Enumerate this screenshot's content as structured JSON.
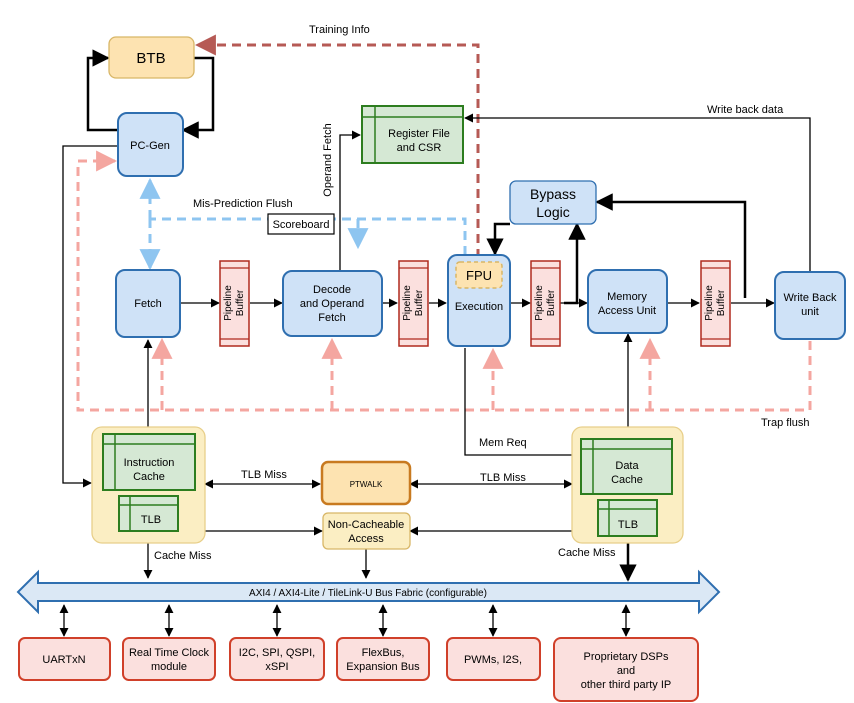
{
  "labels": {
    "training_info": "Training Info",
    "write_back_data": "Write back data",
    "operand_fetch": "Operand Fetch",
    "misprediction_flush": "Mis-Prediction Flush",
    "scoreboard": "Scoreboard",
    "trap_flush": "Trap flush",
    "mem_req": "Mem Req",
    "tlb_miss_left": "TLB Miss",
    "tlb_miss_right": "TLB Miss",
    "cache_miss_left": "Cache Miss",
    "cache_miss_right": "Cache Miss",
    "bus": "AXI4 / AXI4-Lite / TileLink-U Bus Fabric (configurable)"
  },
  "blocks": {
    "btb": "BTB",
    "pc_gen": "PC-Gen",
    "register_file": [
      "Register File",
      "and CSR"
    ],
    "bypass_logic": [
      "Bypass",
      "Logic"
    ],
    "fetch": "Fetch",
    "decode": [
      "Decode",
      "and Operand",
      "Fetch"
    ],
    "fpu": "FPU",
    "execution": "Execution",
    "memory_access": [
      "Memory",
      "Access Unit"
    ],
    "write_back": [
      "Write Back",
      "unit"
    ],
    "instruction_cache": [
      "Instruction",
      "Cache"
    ],
    "data_cache": [
      "Data",
      "Cache"
    ],
    "tlb_left": "TLB",
    "tlb_right": "TLB",
    "ptwalk": "PTWALK",
    "non_cacheable": [
      "Non-Cacheable",
      "Access"
    ]
  },
  "pipeline_buffer": [
    "Pipeline",
    "Buffer"
  ],
  "peripherals": {
    "uart": "UARTxN",
    "rtc": [
      "Real Time Clock",
      "module"
    ],
    "i2c": [
      "I2C, SPI, QSPI,",
      "xSPI"
    ],
    "flexbus": [
      "FlexBus,",
      "Expansion Bus"
    ],
    "pwm": "PWMs, I2S,",
    "dsp": [
      "Proprietary DSPs",
      "and",
      "other third party IP"
    ]
  },
  "colors": {
    "stage_fill": "#cfe2f7",
    "stage_stroke": "#2f6fb0",
    "btb_fill": "#fde3b1",
    "regfile_fill": "#d5e8d4",
    "regfile_stroke": "#2d7d1f",
    "pipeline_fill": "#fbe0de",
    "pipeline_stroke": "#b02a1e",
    "cache_area_fill": "#fbeec3",
    "peripheral_fill": "#fbe0de",
    "peripheral_stroke": "#d0402a",
    "trap_flush": "#f4a6a0",
    "misprediction": "#8ec5f0",
    "training": "#b65a55",
    "bus_fill": "#dbe8f5"
  }
}
